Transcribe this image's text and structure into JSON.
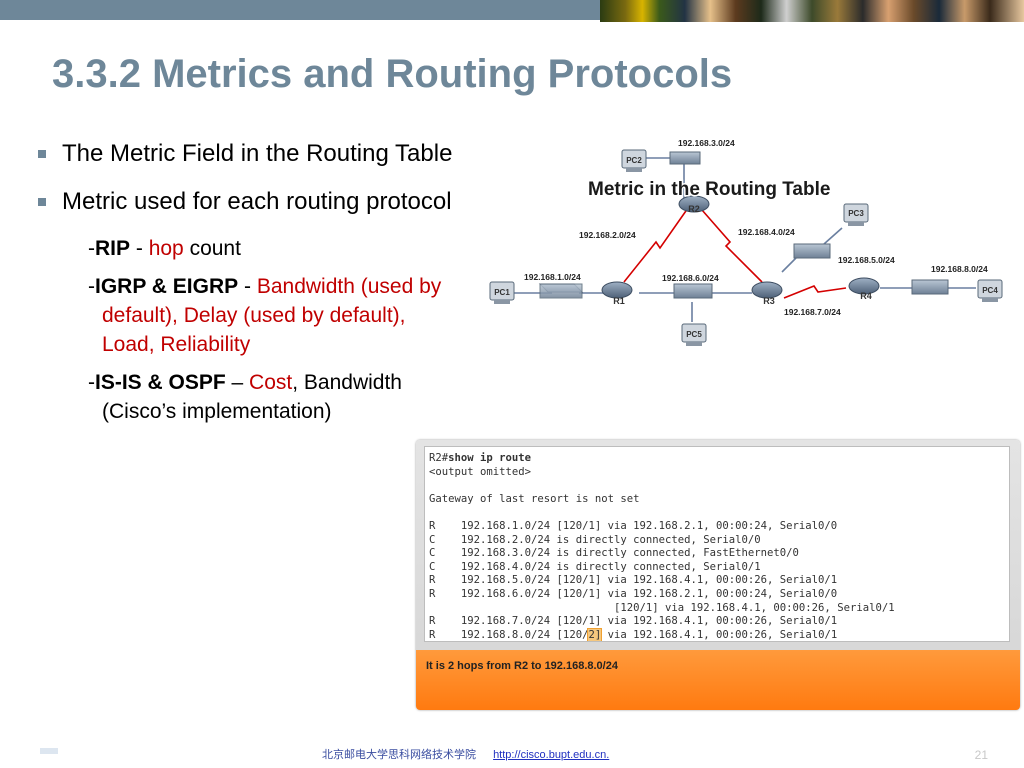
{
  "slide": {
    "title": "3.3.2 Metrics and Routing Protocols",
    "page_number": "21",
    "footer": {
      "school": "北京邮电大学思科网络技术学院",
      "url": "http://cisco.bupt.edu.cn."
    }
  },
  "bullets": [
    {
      "text": "The Metric Field in the Routing Table"
    },
    {
      "text": "Metric used for each routing protocol"
    }
  ],
  "subitems": {
    "rip": {
      "dash": "-",
      "name": "RIP",
      "sep": " - ",
      "metric": "hop",
      "rest": " count"
    },
    "igrp": {
      "dash": "-",
      "name": "IGRP & EIGRP",
      "sep": " - ",
      "metric": "Bandwidth (used by default), Delay (used by default), Load, Reliability"
    },
    "isis": {
      "dash": "-",
      "name": "IS-IS & OSPF",
      "sep": " – ",
      "metric": "Cost",
      "rest": ", Bandwidth (Cisco’s implementation)"
    }
  },
  "diagram": {
    "title": "Metric in the Routing Table",
    "nodes": {
      "pc1": "PC1",
      "pc2": "PC2",
      "pc3": "PC3",
      "pc4": "PC4",
      "pc5": "PC5",
      "r1": "R1",
      "r2": "R2",
      "r3": "R3",
      "r4": "R4"
    },
    "networks": {
      "n1": "192.168.1.0/24",
      "n2": "192.168.2.0/24",
      "n3": "192.168.3.0/24",
      "n4": "192.168.4.0/24",
      "n5": "192.168.5.0/24",
      "n6": "192.168.6.0/24",
      "n7": "192.168.7.0/24",
      "n8": "192.168.8.0/24"
    }
  },
  "cli": {
    "prompt": "R2#",
    "command": "show ip route",
    "omitted": "<output omitted>",
    "gateway": "Gateway of last resort is not set",
    "lines": [
      "R    192.168.1.0/24 [120/1] via 192.168.2.1, 00:00:24, Serial0/0",
      "C    192.168.2.0/24 is directly connected, Serial0/0",
      "C    192.168.3.0/24 is directly connected, FastEthernet0/0",
      "C    192.168.4.0/24 is directly connected, Serial0/1",
      "R    192.168.5.0/24 [120/1] via 192.168.4.1, 00:00:26, Serial0/1",
      "R    192.168.6.0/24 [120/1] via 192.168.2.1, 00:00:24, Serial0/0",
      "                             [120/1] via 192.168.4.1, 00:00:26, Serial0/1",
      "R    192.168.7.0/24 [120/1] via 192.168.4.1, 00:00:26, Serial0/1"
    ],
    "last": {
      "pre": "R    192.168.8.0/24 [120/",
      "highlight": "2]",
      "post": " via 192.168.4.1, 00:00:26, Serial0/1"
    },
    "caption": "It is 2 hops from R2 to 192.168.8.0/24"
  },
  "colors": {
    "accent": "#6e8799",
    "metric_red": "#c00000",
    "serial_link": "#d40000",
    "ethernet_link": "#6a7fa0",
    "caption_orange": "#ff8a20"
  }
}
